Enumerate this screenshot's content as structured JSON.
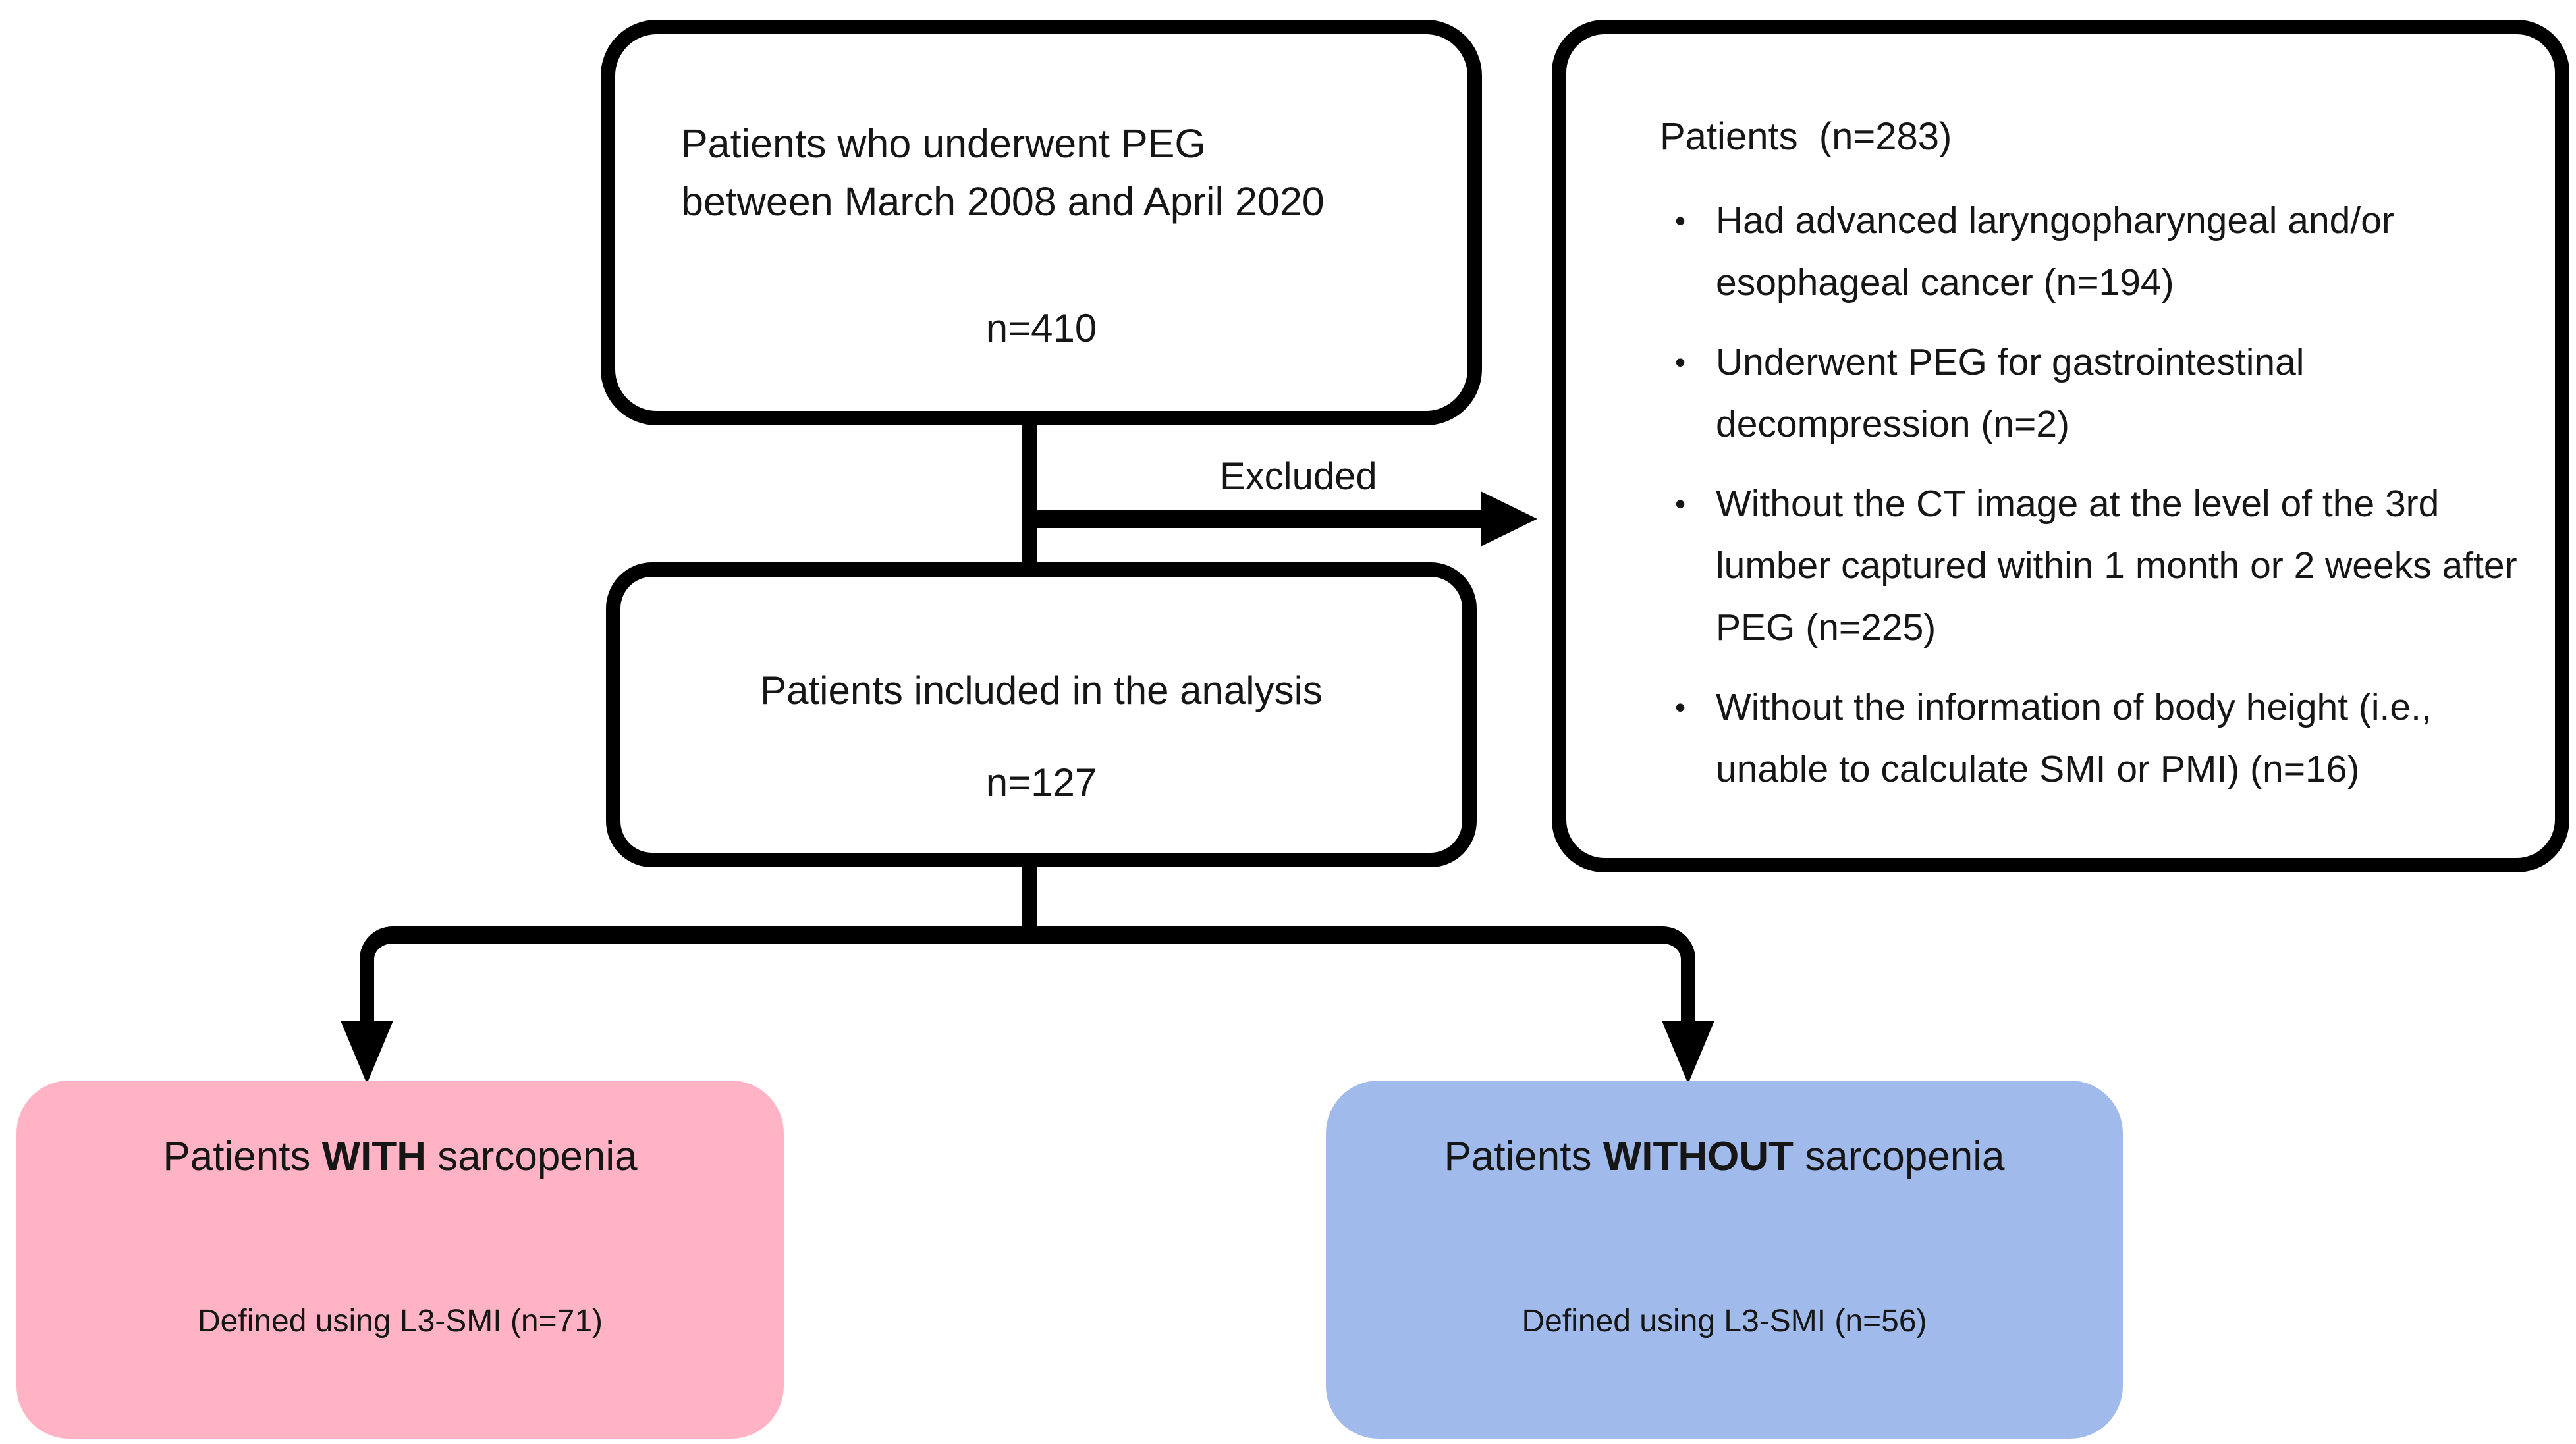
{
  "figure": {
    "top_box": {
      "line1": "Patients who underwent PEG",
      "line2": "between March 2008 and April 2020",
      "n": "n=410"
    },
    "excluded_label": "Excluded",
    "excluded_box": {
      "title": "Patients  (n=283)",
      "bullets": [
        "Had advanced laryngopharyngeal and/or esophageal cancer (n=194)",
        "Underwent PEG for gastrointestinal decompression (n=2)",
        "Without the CT image at the level of the 3rd lumber captured within 1 month or 2 weeks after PEG (n=225)",
        "Without the information of body height (i.e., unable to calculate SMI or PMI) (n=16)"
      ]
    },
    "middle_box": {
      "line1": "Patients included in the analysis",
      "n": "n=127"
    },
    "with_box": {
      "prefix": "Patients ",
      "bold": "WITH",
      "suffix": " sarcopenia",
      "sub": "Defined using L3-SMI (n=71)",
      "bg_color": "#FFB3C4"
    },
    "without_box": {
      "prefix": "Patients ",
      "bold": "WITHOUT",
      "suffix": " sarcopenia",
      "sub": "Defined using L3-SMI (n=56)",
      "bg_color": "#A0BAEC"
    }
  },
  "icons": {
    "bullet": "•"
  },
  "colors": {
    "line": "#000000",
    "background": "#FFFFFF",
    "text": "#161616"
  }
}
